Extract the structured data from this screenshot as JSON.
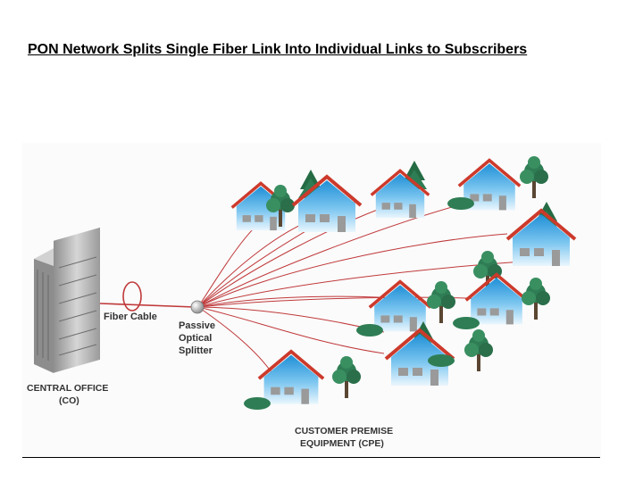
{
  "slide": {
    "title": "PON Network Splits Single Fiber Link Into Individual Links to Subscribers "
  },
  "diagram": {
    "fiber_cable_label": "Fiber Cable",
    "splitter_label": [
      "Passive",
      "Optical",
      "Splitter"
    ],
    "central_office_label": [
      "CENTRAL OFFICE",
      "(CO)"
    ],
    "cpe_label": [
      "CUSTOMER PREMISE",
      "EQUIPMENT (CPE)"
    ],
    "colors": {
      "fiber": "#c0393b",
      "roof": "#cc3a2c",
      "house_wall": "#5db6ea",
      "tree": "#2f7d54",
      "server": "#b4b4b4"
    }
  }
}
